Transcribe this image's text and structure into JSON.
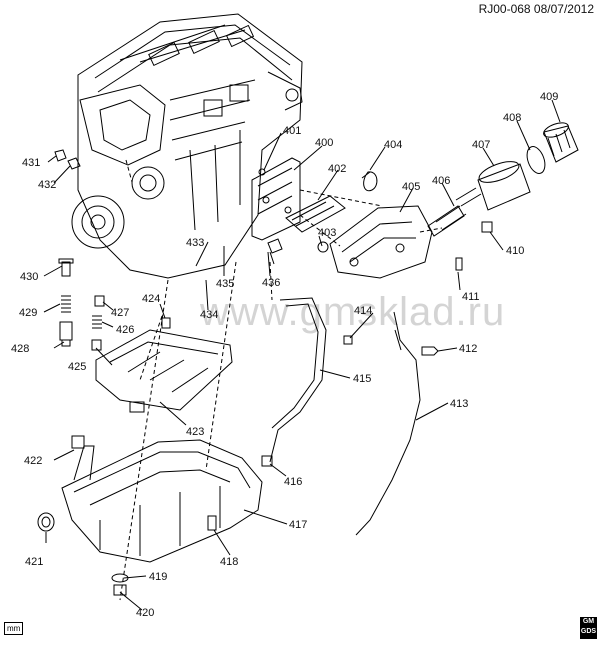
{
  "header": {
    "ref_date": "RJ00-068 08/07/2012"
  },
  "watermark": "www.gmsklad.ru",
  "corner_label": "mm",
  "logo": {
    "line1": "GM",
    "line2": "GDS"
  },
  "callouts": {
    "c401": "401",
    "c400": "400",
    "c402": "402",
    "c403": "403",
    "c404": "404",
    "c405": "405",
    "c406": "406",
    "c407": "407",
    "c408": "408",
    "c409": "409",
    "c410": "410",
    "c411": "411",
    "c412": "412",
    "c413": "413",
    "c414": "414",
    "c415": "415",
    "c416": "416",
    "c417": "417",
    "c418": "418",
    "c419": "419",
    "c420": "420",
    "c421": "421",
    "c422": "422",
    "c423": "423",
    "c424": "424",
    "c425": "425",
    "c426": "426",
    "c427": "427",
    "c428": "428",
    "c429": "429",
    "c430": "430",
    "c431": "431",
    "c432": "432",
    "c433": "433",
    "c434": "434",
    "c435": "435",
    "c436": "436"
  }
}
